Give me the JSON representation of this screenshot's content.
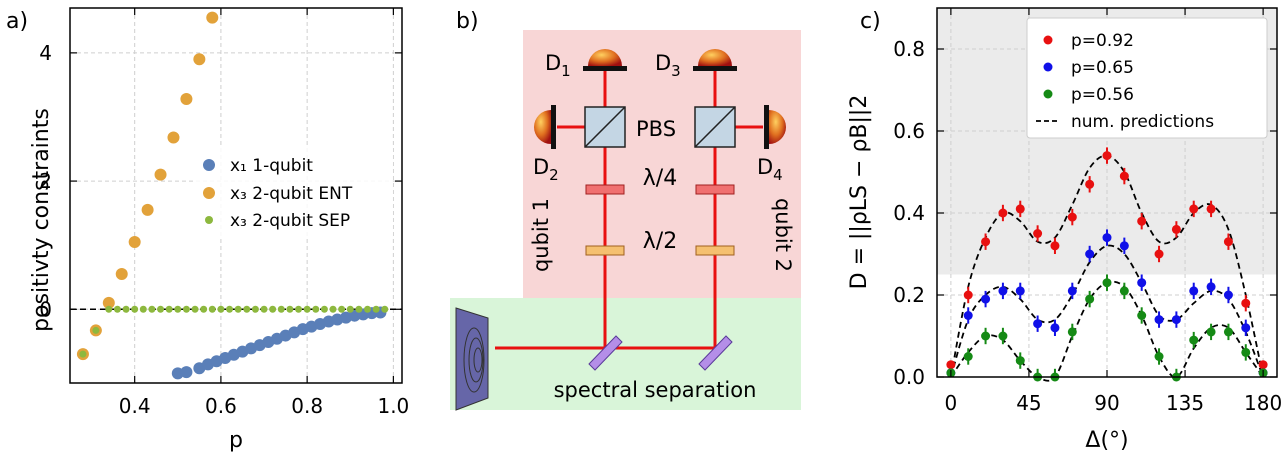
{
  "panel_a": {
    "label": "a)",
    "xlabel": "p",
    "ylabel": "positivty constraints",
    "legend": [
      {
        "label": "x₁ 1-qubit",
        "color": "#5a7fb8"
      },
      {
        "label": "x₃ 2-qubit ENT",
        "color": "#e2a23a"
      },
      {
        "label": "x₃ 2-qubit SEP",
        "color": "#8db83e"
      }
    ]
  },
  "panel_b": {
    "label": "b)",
    "detectors": [
      "D1",
      "D2",
      "D3",
      "D4"
    ],
    "pbs_label": "PBS",
    "wave_plates": [
      "λ/4",
      "λ/2"
    ],
    "qubit_labels": [
      "qubit 1",
      "qubit 2"
    ],
    "separation_label": "spectral separation",
    "colors": {
      "setup_bg": "#f8d6d6",
      "separation_bg": "#d9f5d9",
      "beam": "#e81010",
      "grating": "#6666a8"
    }
  },
  "panel_c": {
    "label": "c)",
    "xlabel": "Δ(°)",
    "ylabel": "D = ||ρLS − ρB||2",
    "legend": [
      {
        "label": "p=0.92",
        "color": "#e81010"
      },
      {
        "label": "p=0.65",
        "color": "#1010e8"
      },
      {
        "label": "p=0.56",
        "color": "#158a15"
      },
      {
        "label": "num. predictions",
        "color": "#000000"
      }
    ]
  },
  "chart_data": [
    {
      "type": "scatter",
      "xlabel": "p",
      "ylabel": "positivty constraints",
      "xlim": [
        0.25,
        1.02
      ],
      "ylim": [
        -1.15,
        4.7
      ],
      "xticks": [
        0.4,
        0.6,
        0.8,
        1.0
      ],
      "yticks": [
        0,
        2,
        4
      ],
      "reference_line_y": 0,
      "grid": true,
      "legend_position": "center-right",
      "series": [
        {
          "name": "x₁ 1-qubit",
          "color": "#5a7fb8",
          "x": [
            0.5,
            0.52,
            0.55,
            0.57,
            0.59,
            0.61,
            0.63,
            0.65,
            0.67,
            0.69,
            0.71,
            0.73,
            0.75,
            0.77,
            0.79,
            0.81,
            0.83,
            0.85,
            0.87,
            0.89,
            0.91,
            0.93,
            0.95,
            0.97
          ],
          "y": [
            -1.0,
            -0.98,
            -0.92,
            -0.86,
            -0.81,
            -0.76,
            -0.71,
            -0.66,
            -0.61,
            -0.56,
            -0.51,
            -0.46,
            -0.41,
            -0.36,
            -0.31,
            -0.27,
            -0.23,
            -0.19,
            -0.16,
            -0.13,
            -0.1,
            -0.08,
            -0.06,
            -0.05
          ]
        },
        {
          "name": "x₃ 2-qubit ENT",
          "color": "#e2a23a",
          "x": [
            0.28,
            0.31,
            0.34,
            0.37,
            0.4,
            0.43,
            0.46,
            0.49,
            0.52,
            0.55,
            0.58
          ],
          "y": [
            -0.7,
            -0.33,
            0.1,
            0.55,
            1.05,
            1.55,
            2.1,
            2.68,
            3.28,
            3.9,
            4.55
          ]
        },
        {
          "name": "x₃ 2-qubit SEP",
          "color": "#8db83e",
          "x": [
            0.28,
            0.31,
            0.34,
            0.36,
            0.38,
            0.4,
            0.42,
            0.44,
            0.46,
            0.48,
            0.5,
            0.52,
            0.54,
            0.56,
            0.58,
            0.6,
            0.62,
            0.64,
            0.66,
            0.68,
            0.7,
            0.72,
            0.74,
            0.76,
            0.78,
            0.8,
            0.82,
            0.84,
            0.86,
            0.88,
            0.9,
            0.92,
            0.94,
            0.96,
            0.98
          ],
          "y": [
            -0.7,
            -0.33,
            0,
            0,
            0,
            0,
            0,
            0,
            0,
            0,
            0,
            0,
            0,
            0,
            0,
            0,
            0,
            0,
            0,
            0,
            0,
            0,
            0,
            0,
            0,
            0,
            0,
            0,
            0,
            0,
            0,
            0,
            0,
            0,
            0
          ]
        }
      ]
    },
    {
      "type": "scatter",
      "xlabel": "Δ(°)",
      "ylabel": "D = ||ρLS − ρB||2",
      "xlim": [
        -8,
        188
      ],
      "ylim": [
        0,
        0.9
      ],
      "xticks": [
        0,
        45,
        90,
        135,
        180
      ],
      "yticks": [
        0.0,
        0.2,
        0.4,
        0.6,
        0.8
      ],
      "shaded_region_y": [
        0.25,
        0.9
      ],
      "grid": true,
      "legend_position": "top-right",
      "series": [
        {
          "name": "p=0.92",
          "color": "#e81010",
          "x": [
            0,
            10,
            20,
            30,
            40,
            50,
            60,
            70,
            80,
            90,
            100,
            110,
            120,
            130,
            140,
            150,
            160,
            170,
            180
          ],
          "y": [
            0.03,
            0.2,
            0.33,
            0.4,
            0.41,
            0.35,
            0.32,
            0.39,
            0.47,
            0.54,
            0.49,
            0.38,
            0.3,
            0.36,
            0.41,
            0.41,
            0.33,
            0.18,
            0.03
          ],
          "err": [
            0.01,
            0.02,
            0.02,
            0.02,
            0.02,
            0.02,
            0.02,
            0.02,
            0.02,
            0.02,
            0.02,
            0.02,
            0.02,
            0.02,
            0.02,
            0.02,
            0.02,
            0.02,
            0.01
          ]
        },
        {
          "name": "p=0.65",
          "color": "#1010e8",
          "x": [
            0,
            10,
            20,
            30,
            40,
            50,
            60,
            70,
            80,
            90,
            100,
            110,
            120,
            130,
            140,
            150,
            160,
            170,
            180
          ],
          "y": [
            0.01,
            0.15,
            0.19,
            0.21,
            0.21,
            0.13,
            0.12,
            0.21,
            0.3,
            0.34,
            0.32,
            0.23,
            0.14,
            0.14,
            0.21,
            0.22,
            0.2,
            0.12,
            0.01
          ],
          "err": [
            0.01,
            0.02,
            0.02,
            0.02,
            0.02,
            0.02,
            0.02,
            0.02,
            0.02,
            0.02,
            0.02,
            0.02,
            0.02,
            0.02,
            0.02,
            0.02,
            0.02,
            0.02,
            0.01
          ]
        },
        {
          "name": "p=0.56",
          "color": "#158a15",
          "x": [
            0,
            10,
            20,
            30,
            40,
            50,
            60,
            70,
            80,
            90,
            100,
            110,
            120,
            130,
            140,
            150,
            160,
            170,
            180
          ],
          "y": [
            0.01,
            0.05,
            0.1,
            0.1,
            0.04,
            0.0,
            0.0,
            0.11,
            0.19,
            0.23,
            0.21,
            0.15,
            0.05,
            0.0,
            0.09,
            0.11,
            0.11,
            0.06,
            0.01
          ],
          "err": [
            0.01,
            0.02,
            0.02,
            0.02,
            0.02,
            0.02,
            0.02,
            0.02,
            0.02,
            0.02,
            0.02,
            0.02,
            0.02,
            0.02,
            0.02,
            0.02,
            0.02,
            0.02,
            0.01
          ]
        },
        {
          "name": "num. predictions",
          "color": "#000000",
          "style": "dashed",
          "curves": [
            {
              "x": [
                0,
                10,
                20,
                30,
                40,
                50,
                60,
                70,
                80,
                90,
                100,
                110,
                120,
                130,
                140,
                150,
                160,
                170,
                180
              ],
              "y": [
                0.0,
                0.22,
                0.34,
                0.4,
                0.38,
                0.33,
                0.34,
                0.42,
                0.51,
                0.54,
                0.5,
                0.4,
                0.33,
                0.34,
                0.4,
                0.42,
                0.36,
                0.2,
                0.0
              ]
            },
            {
              "x": [
                0,
                10,
                20,
                30,
                40,
                50,
                60,
                70,
                80,
                90,
                100,
                110,
                120,
                130,
                140,
                150,
                160,
                170,
                180
              ],
              "y": [
                0.0,
                0.14,
                0.2,
                0.22,
                0.19,
                0.14,
                0.14,
                0.2,
                0.28,
                0.32,
                0.3,
                0.23,
                0.15,
                0.14,
                0.18,
                0.21,
                0.19,
                0.11,
                0.0
              ]
            },
            {
              "x": [
                0,
                10,
                20,
                30,
                40,
                50,
                60,
                70,
                80,
                90,
                100,
                110,
                120,
                130,
                140,
                150,
                160,
                170,
                180
              ],
              "y": [
                0.0,
                0.06,
                0.1,
                0.09,
                0.04,
                0.0,
                0.0,
                0.1,
                0.19,
                0.23,
                0.22,
                0.15,
                0.05,
                0.0,
                0.07,
                0.12,
                0.12,
                0.06,
                0.0
              ]
            }
          ]
        }
      ]
    }
  ]
}
